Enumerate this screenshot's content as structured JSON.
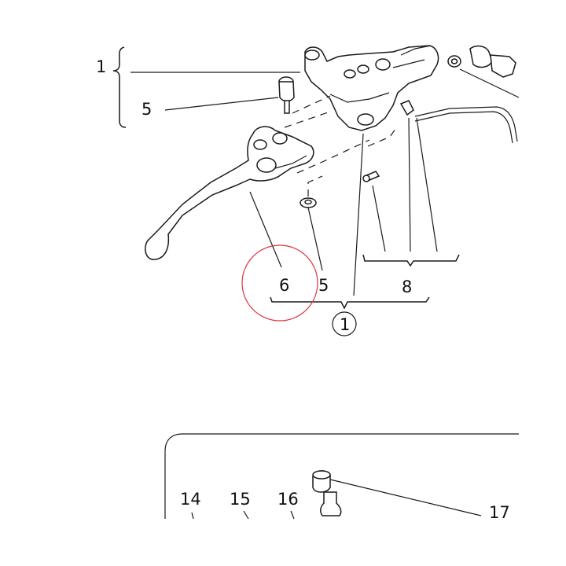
{
  "callouts": {
    "c1_top": "1",
    "c5_upper": "5",
    "c6": "6",
    "c5_lower": "5",
    "c8": "8",
    "c1_circled": "1",
    "c14": "14",
    "c15": "15",
    "c16": "16",
    "c17": "17"
  },
  "colors": {
    "ink": "#1a1a1a",
    "highlight_circle": "#d9363e",
    "background": "#ffffff"
  }
}
